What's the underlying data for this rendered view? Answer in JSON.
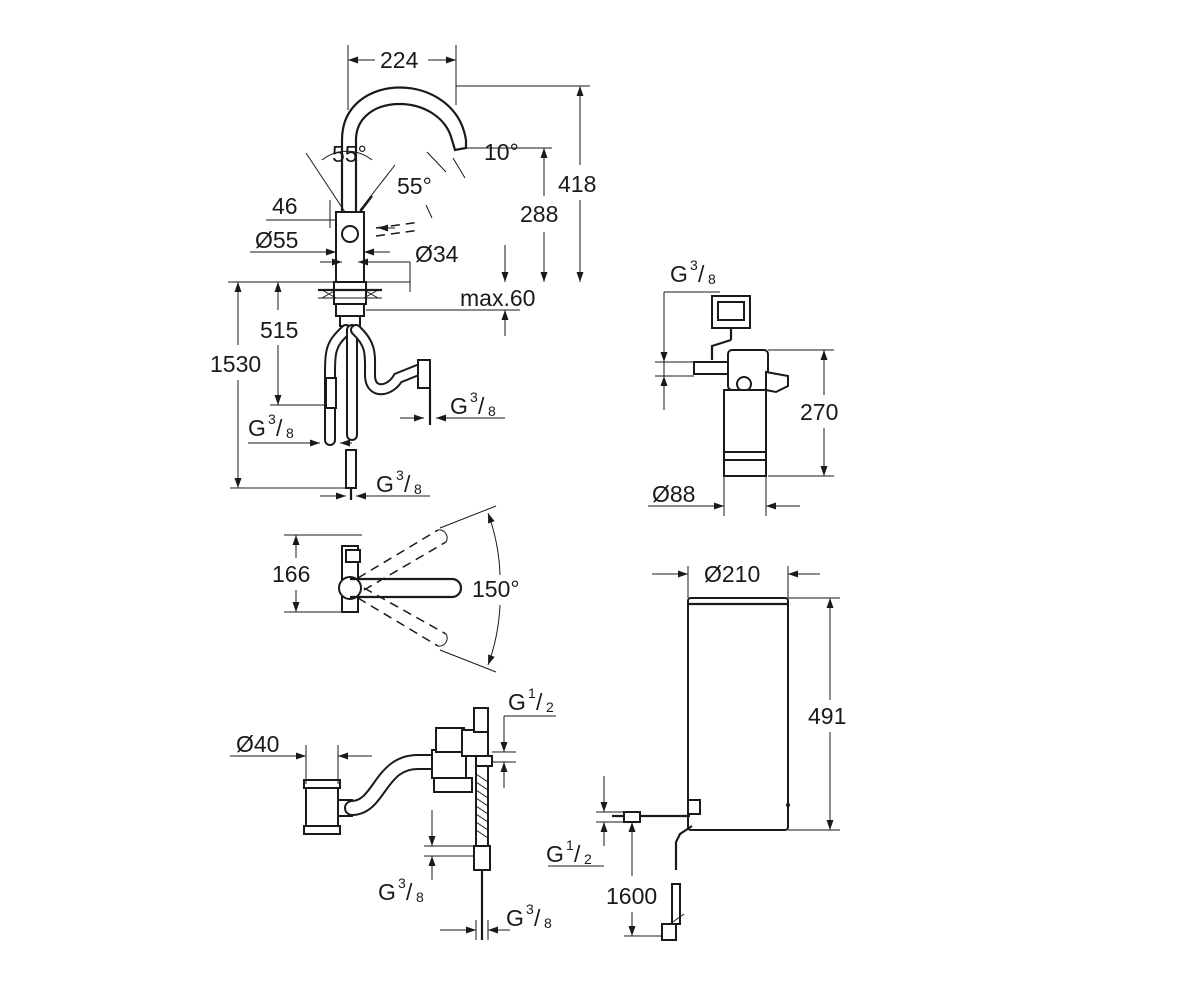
{
  "faucet_front": {
    "width": "224",
    "height": "418",
    "spout_angle": "10°",
    "handle_left_angle": "55°",
    "handle_right_angle": "55°",
    "lever_offset": "46",
    "body_diameter": "Ø55",
    "shank_diameter": "Ø34",
    "outlet_height": "288",
    "max_thickness": "max.60",
    "hose_length": "515",
    "total_length": "1530",
    "connection_left": {
      "base": "G",
      "num": "3",
      "den": "8"
    },
    "connection_right": {
      "base": "G",
      "num": "3",
      "den": "8"
    },
    "connection_bottom": {
      "base": "G",
      "num": "3",
      "den": "8"
    }
  },
  "faucet_top": {
    "depth": "166",
    "swivel_angle": "150°"
  },
  "filter_unit": {
    "connection": {
      "base": "G",
      "num": "3",
      "den": "8"
    },
    "height": "270",
    "diameter": "Ø88"
  },
  "chiller_unit": {
    "diameter": "Ø210",
    "height": "491",
    "connection": {
      "base": "G",
      "num": "1",
      "den": "2"
    },
    "cable_length": "1600"
  },
  "valve_assembly": {
    "drain_diameter": "Ø40",
    "inlet": {
      "base": "G",
      "num": "1",
      "den": "2"
    },
    "outlet_left": {
      "base": "G",
      "num": "3",
      "den": "8"
    },
    "outlet_bottom": {
      "base": "G",
      "num": "3",
      "den": "8"
    }
  }
}
